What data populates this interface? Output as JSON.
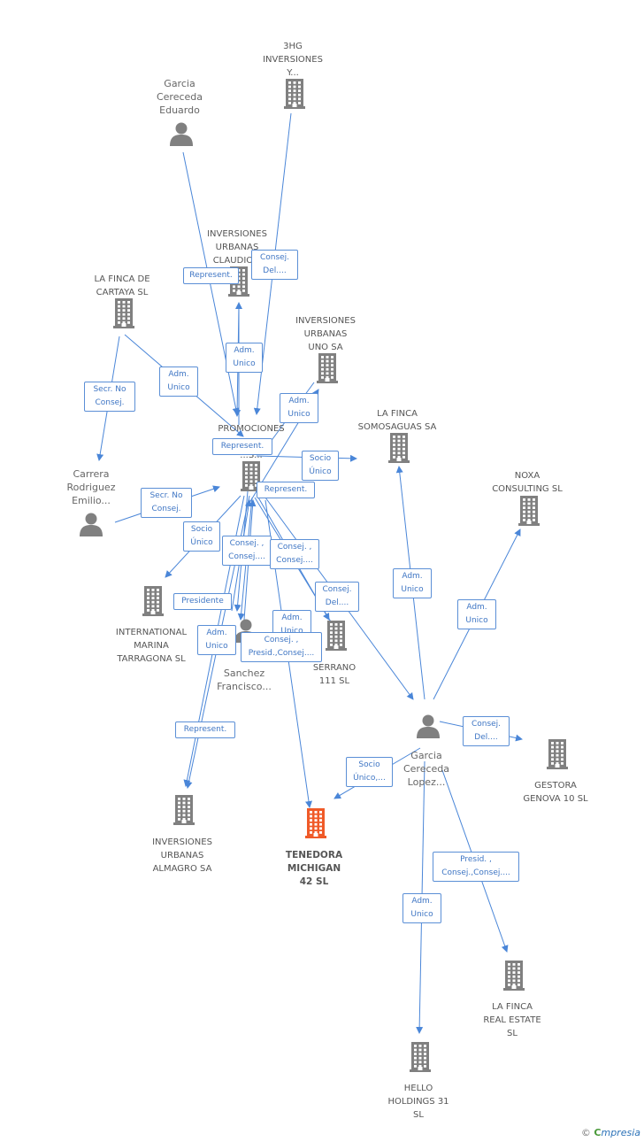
{
  "colors": {
    "edge": "#4a86d8",
    "building": "#808080",
    "focal": "#f05a28",
    "person": "#808080"
  },
  "nodes": [
    {
      "id": "hg3",
      "type": "company",
      "label": "3HG\nINVERSIONES\nY..."
    },
    {
      "id": "gce",
      "type": "person",
      "label": "Garcia\nCereceda\nEduardo"
    },
    {
      "id": "iuc",
      "type": "company",
      "label": "INVERSIONES\nURBANAS\nCLAUDIO..."
    },
    {
      "id": "lfc",
      "type": "company",
      "label": "LA FINCA DE\nCARTAYA SL"
    },
    {
      "id": "iuu",
      "type": "company",
      "label": "INVERSIONES\nURBANAS\nUNO SA"
    },
    {
      "id": "prom",
      "type": "company",
      "label": "PROMOCIONES\nY\n...S..."
    },
    {
      "id": "lfs",
      "type": "company",
      "label": "LA FINCA\nSOMOSAGUAS SA"
    },
    {
      "id": "noxa",
      "type": "company",
      "label": "NOXA\nCONSULTING SL"
    },
    {
      "id": "crr",
      "type": "person",
      "label": "Carrera\nRodriguez\nEmilio..."
    },
    {
      "id": "imt",
      "type": "company",
      "label": "INTERNATIONAL\nMARINA\nTARRAGONA SL"
    },
    {
      "id": "sf",
      "type": "person",
      "label": "Sanchez\nFrancisco..."
    },
    {
      "id": "ser",
      "type": "company",
      "label": "SERRANO\n111 SL"
    },
    {
      "id": "gcl",
      "type": "person",
      "label": "Garcia\nCereceda\nLopez..."
    },
    {
      "id": "gen",
      "type": "company",
      "label": "GESTORA\nGENOVA 10 SL"
    },
    {
      "id": "iua",
      "type": "company",
      "label": "INVERSIONES\nURBANAS\nALMAGRO SA"
    },
    {
      "id": "tm",
      "type": "focal",
      "label": "TENEDORA\nMICHIGAN\n42 SL"
    },
    {
      "id": "lfre",
      "type": "company",
      "label": "LA FINCA\nREAL ESTATE\nSL"
    },
    {
      "id": "hh",
      "type": "company",
      "label": "HELLO\nHOLDINGS 31\nSL"
    }
  ],
  "relations": [
    {
      "id": "r1",
      "text": "Represent."
    },
    {
      "id": "r2",
      "text": "Consej.\nDel...."
    },
    {
      "id": "r3",
      "text": "Adm.\nUnico"
    },
    {
      "id": "r4",
      "text": "Adm.\nUnico"
    },
    {
      "id": "r5",
      "text": "Secr.  No\nConsej."
    },
    {
      "id": "r6",
      "text": "Adm.\nUnico"
    },
    {
      "id": "r7",
      "text": "Represent."
    },
    {
      "id": "r8",
      "text": "Socio\nÚnico"
    },
    {
      "id": "r9",
      "text": "Secr.  No\nConsej."
    },
    {
      "id": "r10",
      "text": "Represent."
    },
    {
      "id": "r11",
      "text": "Socio\nÚnico"
    },
    {
      "id": "r12",
      "text": "Consej. ,\nConsej...."
    },
    {
      "id": "r13",
      "text": "Consej. ,\nConsej...."
    },
    {
      "id": "r14",
      "text": "Adm.\nUnico"
    },
    {
      "id": "r15",
      "text": "Consej.\nDel...."
    },
    {
      "id": "r16",
      "text": "Presidente"
    },
    {
      "id": "r17",
      "text": "Adm.\nUnico"
    },
    {
      "id": "r18",
      "text": "Adm.\nUnico"
    },
    {
      "id": "r19",
      "text": "Consej. ,\nPresid.,Consej...."
    },
    {
      "id": "r20",
      "text": "Adm.\nUnico"
    },
    {
      "id": "r21",
      "text": "Consej.\nDel...."
    },
    {
      "id": "r22",
      "text": "Represent."
    },
    {
      "id": "r23",
      "text": "Socio\nÚnico,..."
    },
    {
      "id": "r24",
      "text": "Presid. ,\nConsej.,Consej...."
    },
    {
      "id": "r25",
      "text": "Adm.\nUnico"
    }
  ],
  "footer": {
    "copyright": "©",
    "brand_initial": "C",
    "brand_rest": "mpresia"
  }
}
